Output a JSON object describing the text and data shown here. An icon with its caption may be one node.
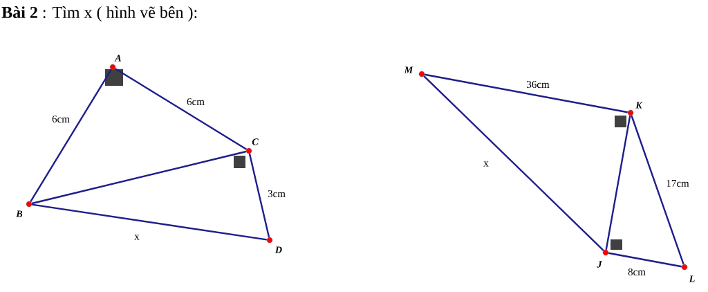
{
  "diagram": {
    "title": "**Bài 2** : Tìm x ( hình vẽ bên ):",
    "nodes": [
      {
        "text": [
          "A"
        ]
      },
      {
        "text": [
          "B"
        ]
      },
      {
        "text": [
          "C"
        ]
      },
      {
        "text": [
          "D"
        ]
      },
      {
        "text": [
          "M"
        ]
      },
      {
        "text": [
          "K"
        ]
      },
      {
        "text": [
          "J"
        ]
      },
      {
        "text": [
          "L"
        ]
      }
    ],
    "edges": [
      {
        "from": 0,
        "to": 1,
        "arrow": "none",
        "label": "6cm"
      },
      {
        "from": 0,
        "to": 2,
        "arrow": "none",
        "label": "6cm"
      },
      {
        "from": 1,
        "to": 2,
        "arrow": "none"
      },
      {
        "from": 2,
        "to": 3,
        "arrow": "none",
        "label": "3cm"
      },
      {
        "from": 1,
        "to": 3,
        "arrow": "none",
        "label": "x"
      },
      {
        "from": 4,
        "to": 5,
        "arrow": "none",
        "label": "36cm"
      },
      {
        "from": 4,
        "to": 6,
        "arrow": "none",
        "label": "x"
      },
      {
        "from": 5,
        "to": 6,
        "arrow": "none"
      },
      {
        "from": 5,
        "to": 7,
        "arrow": "none",
        "label": "17cm"
      },
      {
        "from": 6,
        "to": 7,
        "arrow": "none",
        "label": "8cm"
      }
    ]
  }
}
